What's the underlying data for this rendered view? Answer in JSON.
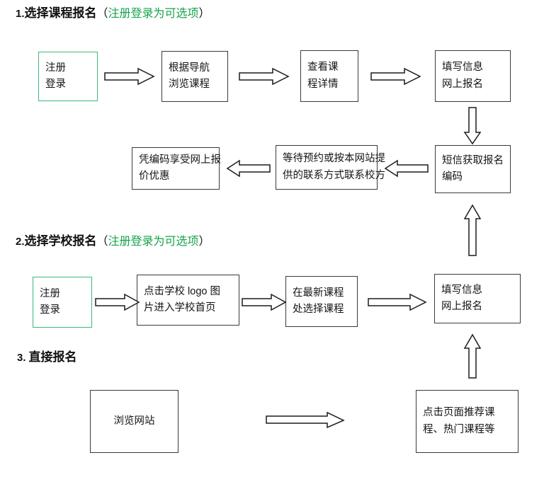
{
  "diagram": {
    "title_section_1": {
      "number": "1.",
      "main": "选择课程报名",
      "paren_open": "（",
      "optional": "注册登录为可选项",
      "paren_close": "）"
    },
    "title_section_2": {
      "number": "2.",
      "main": "选择学校报名",
      "paren_open": "（",
      "optional": "注册登录为可选项",
      "paren_close": "）"
    },
    "title_section_3": {
      "number": "3.",
      "main": "直接报名"
    },
    "section1": {
      "row1": [
        {
          "id": "s1-register-login",
          "line1": "注册",
          "line2": "登录",
          "accent": "#3cb878"
        },
        {
          "id": "s1-browse-by-nav",
          "line1": "根据导航",
          "line2": "浏览课程"
        },
        {
          "id": "s1-course-detail",
          "line1": "查看课",
          "line2": "程详情"
        },
        {
          "id": "s1-fill-info-signup",
          "line1": "填写信息",
          "line2": "网上报名"
        }
      ],
      "row2": [
        {
          "id": "s1-code-discount",
          "line1": "凭编码享受网上报",
          "line2": "价优惠"
        },
        {
          "id": "s1-wait-contact",
          "line1": "等待预约或按本网站提",
          "line2": "供的联系方式联系校方"
        },
        {
          "id": "s1-sms-code",
          "line1": "短信获取报名",
          "line2": "编码"
        }
      ]
    },
    "section2": {
      "row1": [
        {
          "id": "s2-register-login",
          "line1": "注册",
          "line2": "登录",
          "accent": "#3cb878"
        },
        {
          "id": "s2-school-logo",
          "line1": "点击学校 logo 图",
          "line2": "片进入学校首页"
        },
        {
          "id": "s2-newest-course",
          "line1": "在最新课程",
          "line2": "处选择课程"
        },
        {
          "id": "s2-fill-info-signup",
          "line1": "填写信息",
          "line2": "网上报名"
        }
      ]
    },
    "section3": {
      "row1": [
        {
          "id": "s3-browse-site",
          "line1": "浏览网站",
          "line2": ""
        },
        {
          "id": "s3-recommended",
          "line1": "点击页面推荐课",
          "line2": "程、热门课程等"
        }
      ]
    },
    "arrows": {
      "right": "arrow-right",
      "left": "arrow-left",
      "down": "arrow-down",
      "up": "arrow-up"
    }
  }
}
